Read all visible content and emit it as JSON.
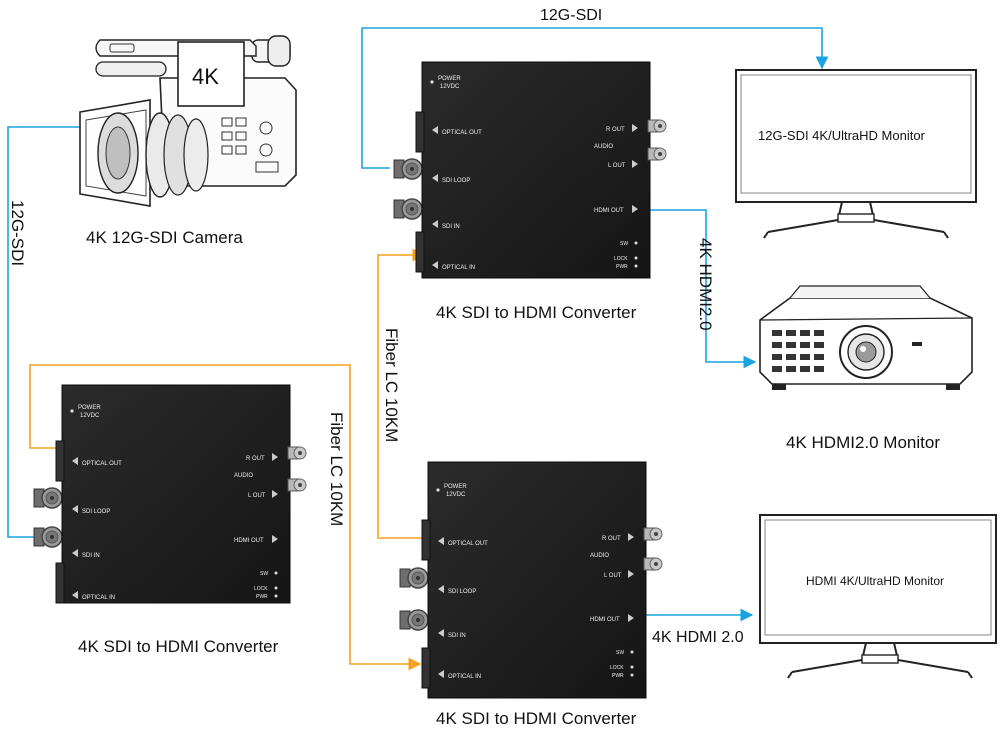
{
  "camera": {
    "screen_text": "4K",
    "caption": "4K 12G-SDI Camera"
  },
  "converter": {
    "caption": "4K SDI to HDMI Converter",
    "power_line1": "POWER",
    "power_line2": "12VDC",
    "optical_out": "OPTICAL OUT",
    "sdi_loop": "SDI LOOP",
    "sdi_in": "SDI IN",
    "optical_in": "OPTICAL IN",
    "r_out": "R OUT",
    "audio": "AUDIO",
    "l_out": "L OUT",
    "hdmi_out": "HDMI OUT",
    "sw": "SW",
    "lock": "LOCK",
    "pwr": "PWR"
  },
  "monitor_sdi": {
    "screen_text": "12G-SDI 4K/UltraHD Monitor"
  },
  "projector": {
    "caption": "4K HDMI2.0 Monitor"
  },
  "monitor_hdmi": {
    "screen_text": "HDMI 4K/UltraHD Monitor"
  },
  "links": {
    "top_sdi": "12G-SDI",
    "left_sdi": "12G-SDI",
    "fiber_left": "Fiber LC 10KM",
    "fiber_mid": "Fiber LC 10KM",
    "hdmi_vertical": "4K HDMI2.0",
    "hdmi_bottom": "4K HDMI 2.0"
  },
  "colors": {
    "sdi_line": "#1aa3e0",
    "fiber_line": "#f5a020",
    "device_body": "#1e1e1e"
  }
}
